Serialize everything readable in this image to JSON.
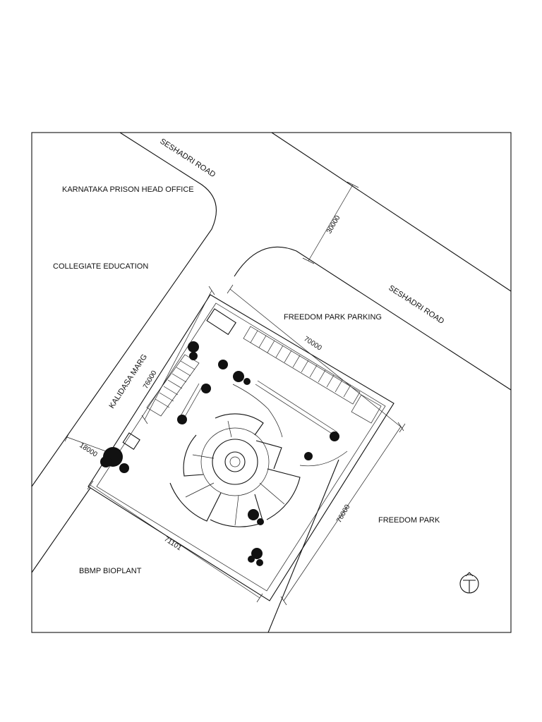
{
  "labels": {
    "seshadri_road_top": "SESHADRI ROAD",
    "seshadri_road_right": "SESHADRI ROAD",
    "prison_office": "KARNATAKA PRISON HEAD OFFICE",
    "collegiate": "COLLEGIATE EDUCATION",
    "kalidasa": "KALIDASA MARG",
    "parking": "FREEDOM PARK PARKING",
    "freedom_park": "FREEDOM PARK",
    "bioplant": "BBMP BIOPLANT"
  },
  "dimensions": {
    "road_width": "30000",
    "site_top": "70000",
    "site_left": "76000",
    "setback": "18000",
    "site_bottom": "71101",
    "site_right": "76000"
  },
  "icons": {
    "north_arrow": "north-arrow-icon",
    "tree": "tree-icon"
  },
  "colors": {
    "line": "#111111",
    "background": "#ffffff"
  }
}
